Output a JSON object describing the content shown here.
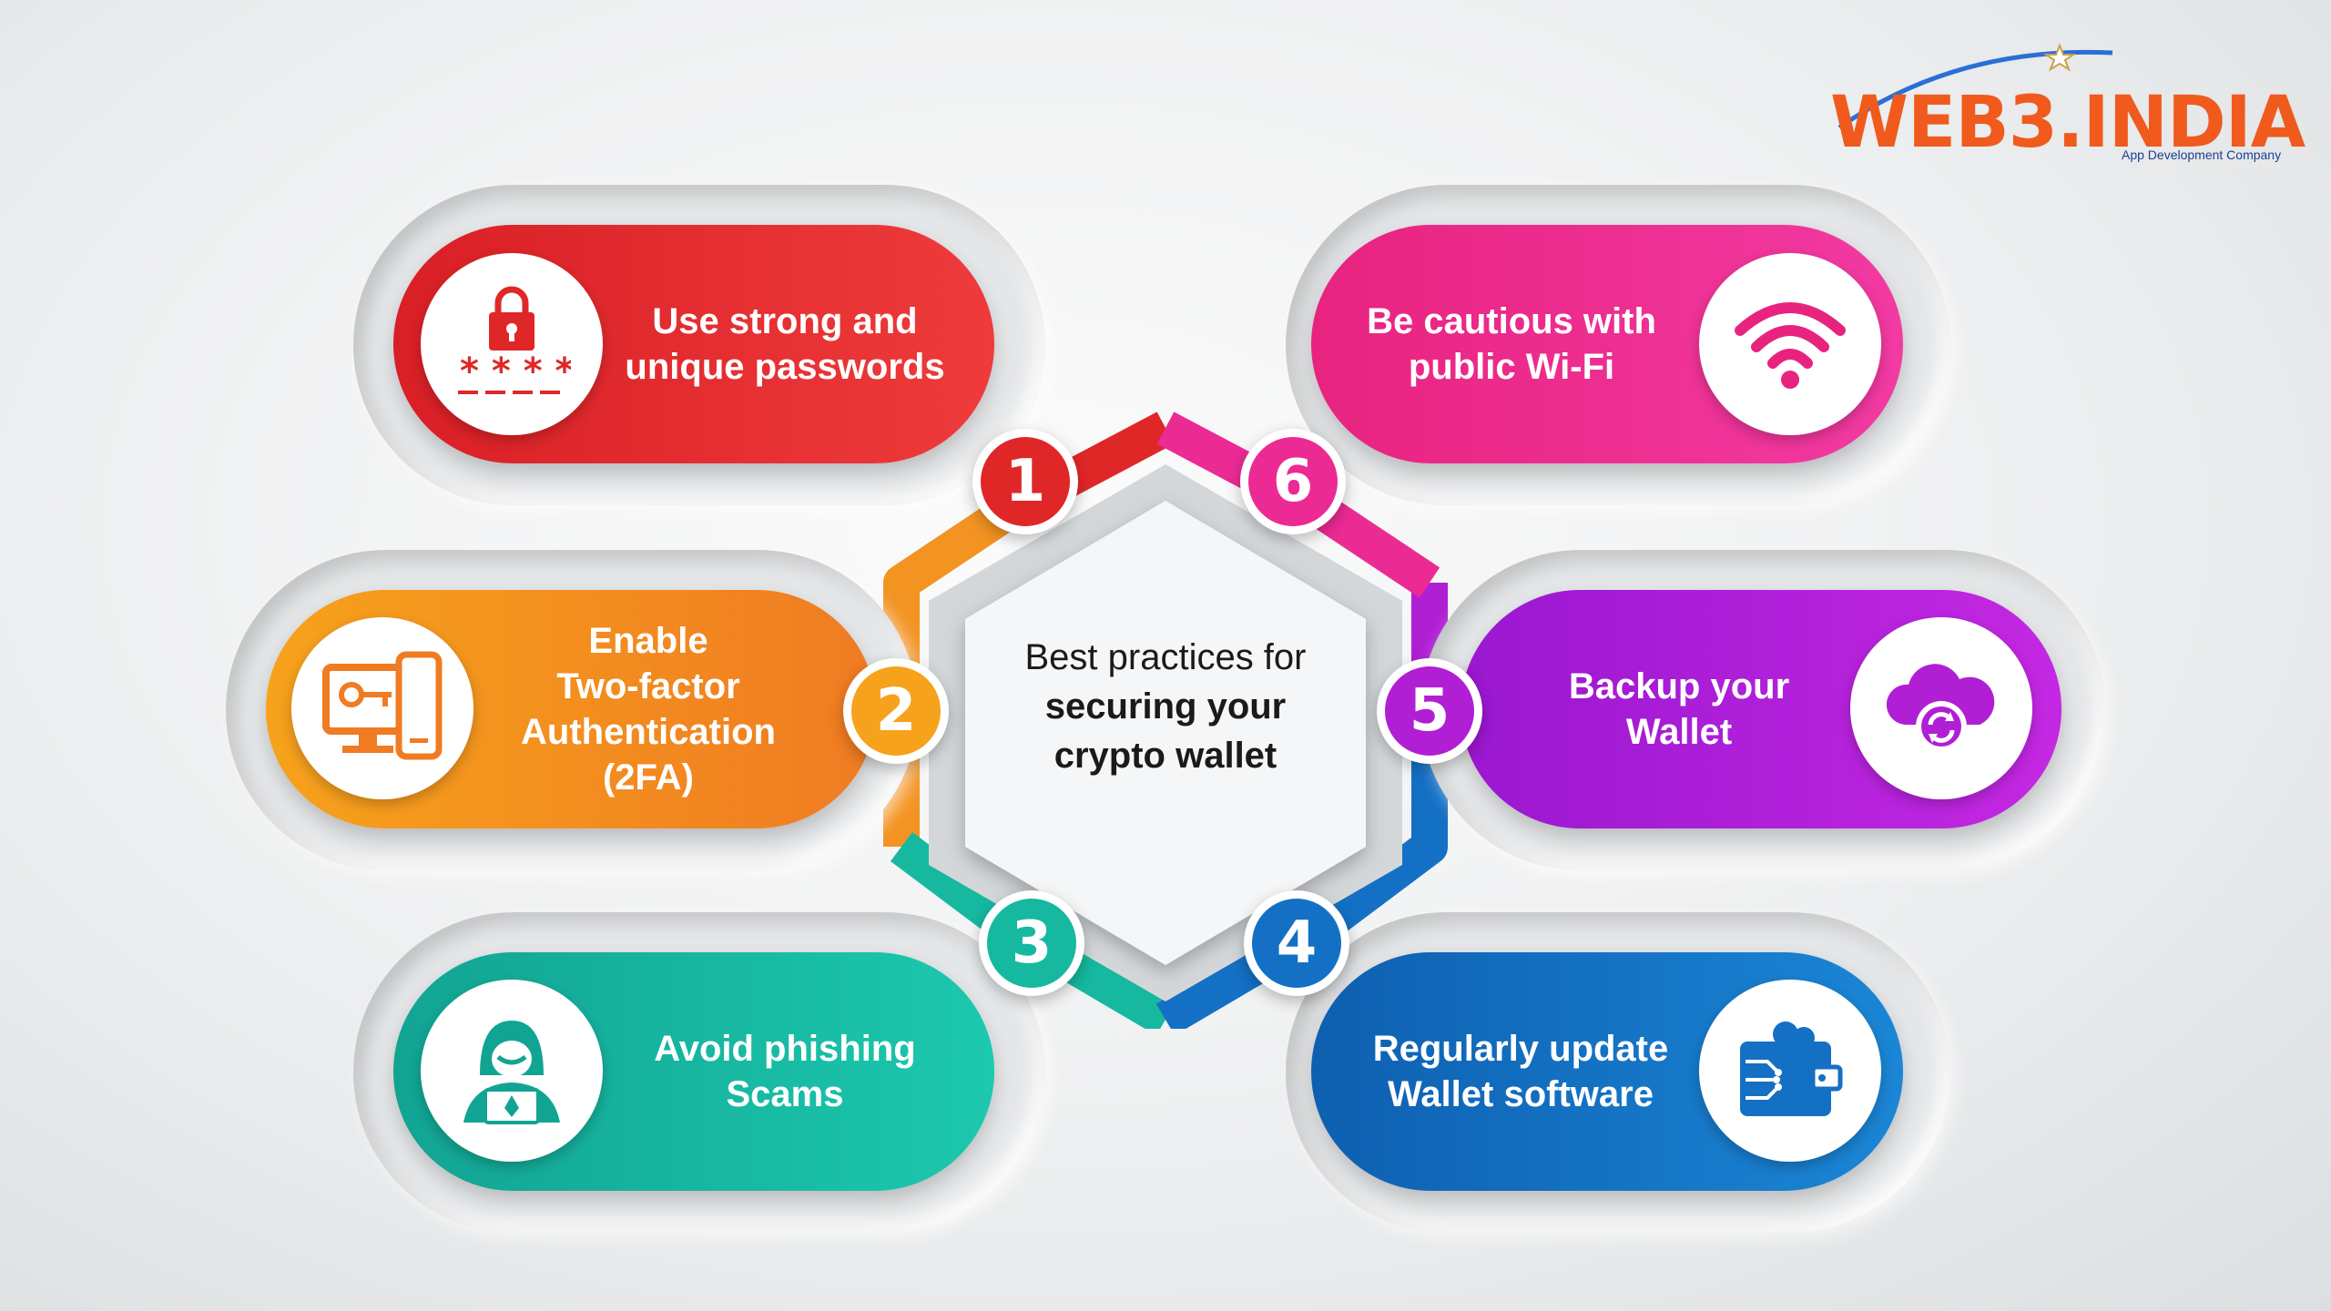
{
  "logo": {
    "text": "WEB3.INDIA",
    "tagline": "App Development Company"
  },
  "center": {
    "line1": "Best practices for",
    "line2": "securing your",
    "line3": "crypto wallet"
  },
  "items": [
    {
      "number": "1",
      "label": "Use strong and\nunique passwords",
      "icon": "lock-password-icon",
      "color": "#e02727"
    },
    {
      "number": "2",
      "label": "Enable\nTwo-factor\nAuthentication\n(2FA)",
      "icon": "computer-key-icon",
      "color": "#f39322"
    },
    {
      "number": "3",
      "label": "Avoid phishing\nScams",
      "icon": "hacker-icon",
      "color": "#16b8a0"
    },
    {
      "number": "4",
      "label": "Regularly update\nWallet software",
      "icon": "wallet-icon",
      "color": "#1470c4"
    },
    {
      "number": "5",
      "label": "Backup your\nWallet",
      "icon": "cloud-sync-icon",
      "color": "#b01fd4"
    },
    {
      "number": "6",
      "label": "Be cautious with\npublic Wi-Fi",
      "icon": "wifi-icon",
      "color": "#ec2a94"
    }
  ]
}
